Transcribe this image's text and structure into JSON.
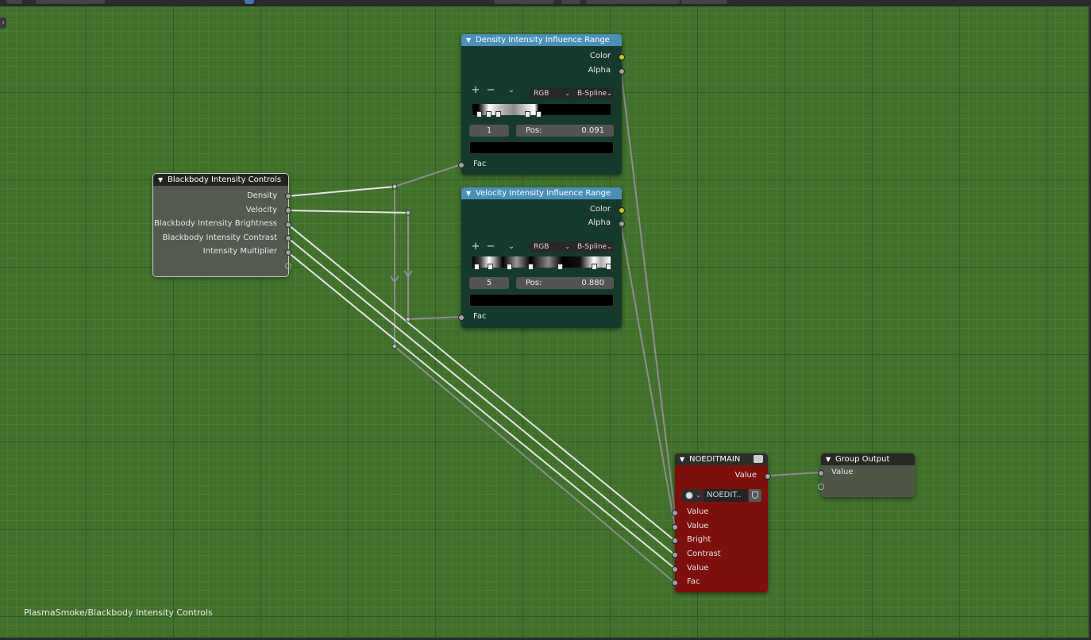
{
  "breadcrumb": "PlasmaSmoke/Blackbody Intensity Controls",
  "nodes": {
    "blackbody": {
      "title": "Blackbody Intensity Controls",
      "outputs": [
        "Density",
        "Velocity",
        "Blackbody Intensity Brightness",
        "Blackbody Intensity Contrast",
        "Intensity Multiplier"
      ]
    },
    "density_ramp": {
      "title": "Density Intensity Influence Range",
      "outputs": [
        "Color",
        "Alpha"
      ],
      "controls": {
        "add": "+",
        "remove": "−",
        "menu": "⌄"
      },
      "color_mode": "RGB",
      "interpolation": "B-Spline",
      "active_index": "1",
      "pos_label": "Pos:",
      "pos_value": "0.091",
      "input": "Fac",
      "stops": [
        0.03,
        0.1,
        0.17,
        0.39,
        0.47
      ]
    },
    "velocity_ramp": {
      "title": "Velocity Intensity Influence Range",
      "outputs": [
        "Color",
        "Alpha"
      ],
      "controls": {
        "add": "+",
        "remove": "−",
        "menu": "⌄"
      },
      "color_mode": "RGB",
      "interpolation": "B-Spline",
      "active_index": "5",
      "pos_label": "Pos:",
      "pos_value": "0.880",
      "input": "Fac",
      "stops": [
        0.01,
        0.11,
        0.25,
        0.41,
        0.63,
        0.88,
        0.99
      ]
    },
    "noeditmain": {
      "title": "NOEDITMAIN",
      "output": "Value",
      "datablock_name": "NOEDIT..",
      "inputs": [
        "Value",
        "Value",
        "Bright",
        "Contrast",
        "Value",
        "Fac"
      ]
    },
    "group_output": {
      "title": "Group Output",
      "input": "Value"
    }
  },
  "colors": {
    "grid_bg": "#41702c",
    "colorramp_header": "#4a8fb8",
    "colorramp_body": "#153a2c",
    "noedit_body": "#7d0f0c",
    "socket_grey": "#a1a1a1",
    "socket_yellow": "#c7c729",
    "wire": "#8e8e8e",
    "wire_selected": "#e4e4e4"
  },
  "icons": [
    "collapse-triangle-icon",
    "world-globe-icon",
    "shield-fake-user-icon",
    "node-group-icon",
    "sidebar-expand-icon"
  ]
}
